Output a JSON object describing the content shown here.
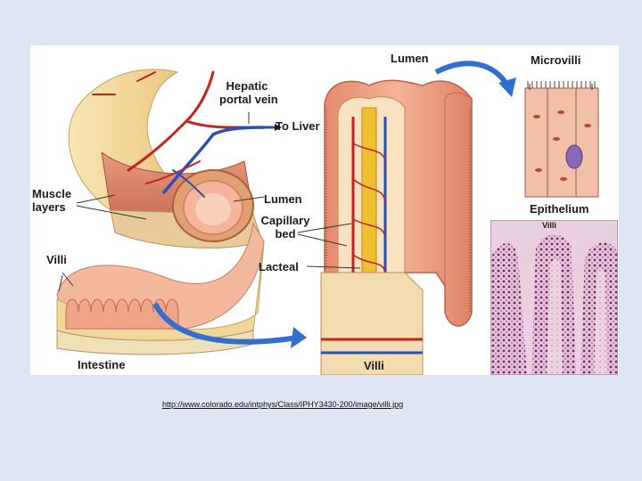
{
  "labels": {
    "hepatic_portal_vein_line1": "Hepatic",
    "hepatic_portal_vein_line2": "portal vein",
    "to_liver": "To Liver",
    "muscle_layers_line1": "Muscle",
    "muscle_layers_line2": "layers",
    "lumen_left": "Lumen",
    "capillary_bed_line1": "Capillary",
    "capillary_bed_line2": "bed",
    "lacteal": "Lacteal",
    "villi_left": "Villi",
    "intestine": "Intestine",
    "lumen_top": "Lumen",
    "villi_bottom": "Villi",
    "microvilli": "Microvilli",
    "epithelium": "Epithelium",
    "villi_micrograph": "Villi"
  },
  "source": {
    "url_text": "http://www.colorado.edu/intphys/Class/IPHY3430-200/image/villi.jpg"
  },
  "colors": {
    "intestine_outer": "#f2d79a",
    "muscle": "#d9826a",
    "mucosa": "#f0a98c",
    "vein_blue": "#2a4fb8",
    "artery_red": "#c8201e",
    "lacteal_yellow": "#f0c030",
    "arrow_blue": "#2e6fd0",
    "micrograph_purple": "#7a3a78"
  }
}
